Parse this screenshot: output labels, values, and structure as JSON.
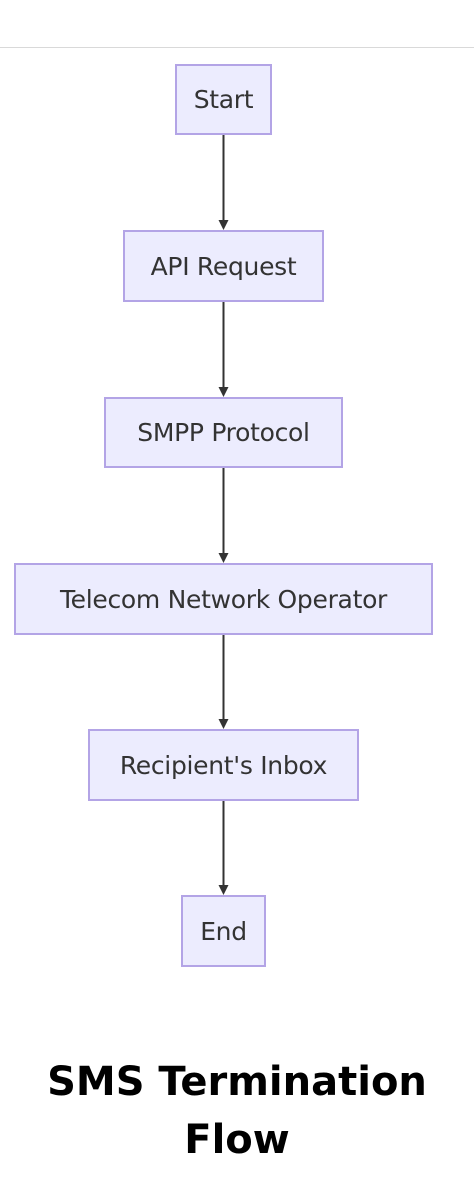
{
  "diagram": {
    "type": "flowchart",
    "direction": "top-to-bottom",
    "nodes": [
      {
        "id": "start",
        "label": "Start"
      },
      {
        "id": "api",
        "label": "API Request"
      },
      {
        "id": "smpp",
        "label": "SMPP Protocol"
      },
      {
        "id": "telecom",
        "label": "Telecom Network Operator"
      },
      {
        "id": "inbox",
        "label": "Recipient's Inbox"
      },
      {
        "id": "end",
        "label": "End"
      }
    ],
    "edges": [
      {
        "from": "start",
        "to": "api"
      },
      {
        "from": "api",
        "to": "smpp"
      },
      {
        "from": "smpp",
        "to": "telecom"
      },
      {
        "from": "telecom",
        "to": "inbox"
      },
      {
        "from": "inbox",
        "to": "end"
      }
    ]
  },
  "caption": {
    "line1": "SMS Termination",
    "line2": "Flow"
  },
  "colors": {
    "node_fill": "#ececfe",
    "node_border": "#b3a4e6",
    "node_text": "#333333",
    "edge": "#333333",
    "caption_text": "#000000"
  }
}
